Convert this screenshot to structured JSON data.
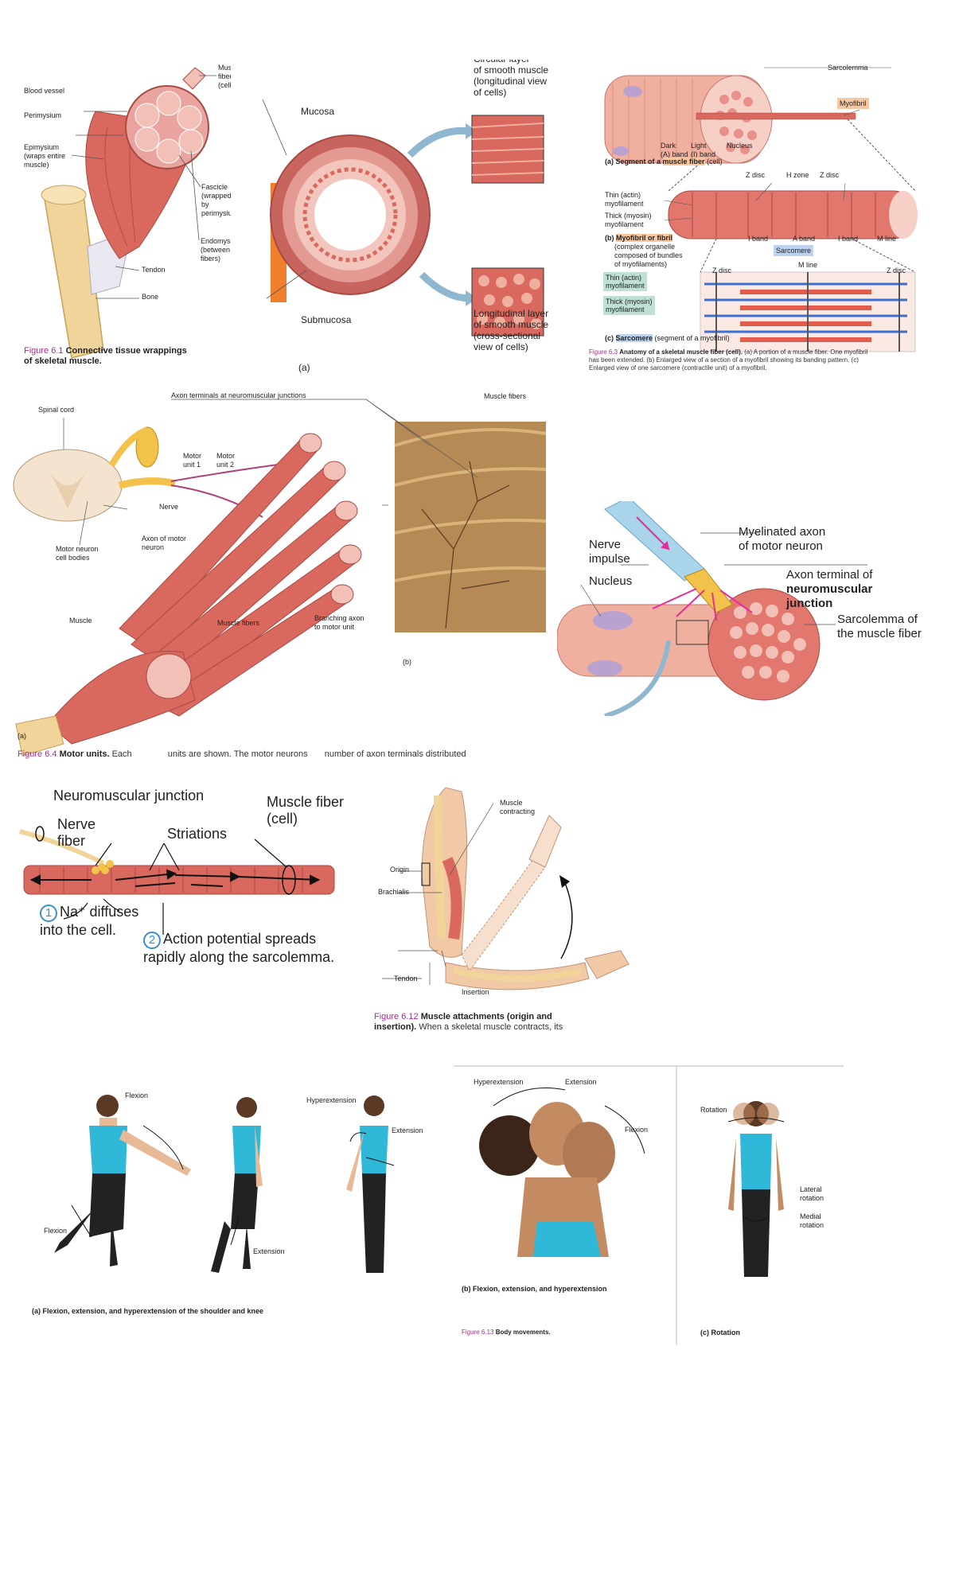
{
  "colors": {
    "muscle": "#d9685f",
    "muscle_light": "#f0b0a0",
    "bone": "#f1d49a",
    "accent_orange": "#f07e2d",
    "figure_magenta": "#a0328c",
    "nerve": "#f2c24a",
    "blue_arrow": "#8fb7cf"
  },
  "fig61": {
    "labels": {
      "muscle_fiber": "Muscle\nfiber\n(cell)",
      "blood_vessel": "Blood vessel",
      "perimysium": "Perimysium",
      "epimysium": "Epimysium\n(wraps entire\nmuscle)",
      "fascicle": "Fascicle\n(wrapped by\nperimysium)",
      "endomysium": "Endomysium\n(between\nfibers)",
      "tendon": "Tendon",
      "bone": "Bone"
    },
    "caption_num": "Figure 6.1",
    "caption_text": "Connective tissue wrappings\nof skeletal muscle."
  },
  "smooth": {
    "labels": {
      "mucosa": "Mucosa",
      "submucosa": "Submucosa",
      "circular": "Circular layer\nof smooth muscle\n(longitudinal view\nof cells)",
      "longitudinal": "Longitudinal layer\nof smooth muscle\n(cross-sectional\nview of cells)",
      "part_a": "(a)"
    }
  },
  "fig63": {
    "labels": {
      "sarcolemma": "Sarcolemma",
      "myofibril": "Myofibril",
      "dark_band": "Dark\n(A) band",
      "light_band": "Light\n(I) band",
      "nucleus": "Nucleus",
      "part_a_prefix": "(a) Segment of a ",
      "part_a_hl": "muscle fiber",
      "part_a_suffix": " (cell)",
      "z_disc": "Z disc",
      "h_zone": "H zone",
      "z_disc2": "Z disc",
      "thin": "Thin (actin)\nmyofilament",
      "thick": "Thick (myosin)\nmyofilament",
      "part_b_prefix": "(b) ",
      "part_b_hl": "Myofibril or fibril",
      "part_b_sub": "(complex organelle\ncomposed of bundles\nof myofilaments)",
      "i_band": "I band",
      "a_band": "A band",
      "i_band2": "I band",
      "m_line": "M line",
      "sarcomere": "Sarcomere",
      "z_disc3": "Z disc",
      "m_line2": "M line",
      "z_disc4": "Z disc",
      "thin2": "Thin (actin)\nmyofilament",
      "thick2": "Thick (myosin)\nmyofilament",
      "part_c_prefix": "(c) ",
      "part_c_hl": "Sarcomere",
      "part_c_suffix": " (segment of a myofibril)"
    },
    "caption_num": "Figure 6.3",
    "caption_bold": "Anatomy of a skeletal muscle fiber (cell).",
    "caption_text": " (a) A portion of a muscle fiber. One myofibril has been extended. (b) Enlarged view of a section of a myofibril showing its banding pattern. (c) Enlarged view of one sarcomere (contractile unit) of a myofibril."
  },
  "fig64": {
    "labels": {
      "axon_terminals": "Axon terminals at neuromuscular junctions",
      "spinal_cord": "Spinal cord",
      "motor_unit1": "Motor\nunit 1",
      "motor_unit2": "Motor\nunit 2",
      "nerve": "Nerve",
      "axon_motor": "Axon of motor\nneuron",
      "motor_neuron_bodies": "Motor neuron\ncell bodies",
      "muscle": "Muscle",
      "muscle_fibers": "Muscle fibers",
      "muscle_fibers_top": "Muscle fibers",
      "branching": "Branching axon\nto motor unit",
      "part_b": "(b)",
      "part_a": "(a)"
    },
    "caption_num": "Figure 6.4",
    "caption_bold": "Motor units.",
    "caption_t1": "Each",
    "caption_t2": "units are shown. The motor neurons",
    "caption_t3": "number of axon terminals distributed"
  },
  "nmj": {
    "labels": {
      "nerve_impulse": "Nerve\nimpulse",
      "nucleus": "Nucleus",
      "myelinated": "Myelinated axon\nof motor neuron",
      "axon_terminal": "Axon terminal of",
      "nmj": "neuromuscular\njunction",
      "sarcolemma": "Sarcolemma of\nthe muscle fiber"
    }
  },
  "ap": {
    "labels": {
      "nmj": "Neuromuscular junction",
      "nerve_fiber": "Nerve\nfiber",
      "muscle_fiber": "Muscle fiber\n(cell)",
      "striations": "Striations",
      "step1_num": "1",
      "step1": "Na⁺ diffuses\ninto the cell.",
      "step2_num": "2",
      "step2": "Action potential spreads\nrapidly along the sarcolemma."
    }
  },
  "fig612": {
    "labels": {
      "muscle_contracting": "Muscle\ncontracting",
      "origin": "Origin",
      "brachialis": "Brachialis",
      "tendon": "Tendon",
      "insertion": "Insertion"
    },
    "caption_num": "Figure 6.12",
    "caption_bold": "Muscle attachments (origin and\ninsertion).",
    "caption_text": "When a skeletal muscle contracts, its"
  },
  "fig613": {
    "labels": {
      "flexion1": "Flexion",
      "flexion2": "Flexion",
      "extension1": "Extension",
      "hyperextension1": "Hyperextension",
      "extension2": "Extension",
      "part_a": "(a) Flexion, extension, and hyperextension of the shoulder and knee",
      "hyperextension2": "Hyperextension",
      "extension3": "Extension",
      "flexion3": "Flexion",
      "part_b": "(b) Flexion, extension, and hyperextension",
      "rotation": "Rotation",
      "lateral": "Lateral\nrotation",
      "medial": "Medial\nrotation",
      "part_c": "(c) Rotation"
    },
    "caption_num": "Figure 6.13",
    "caption_bold": "Body movements."
  }
}
